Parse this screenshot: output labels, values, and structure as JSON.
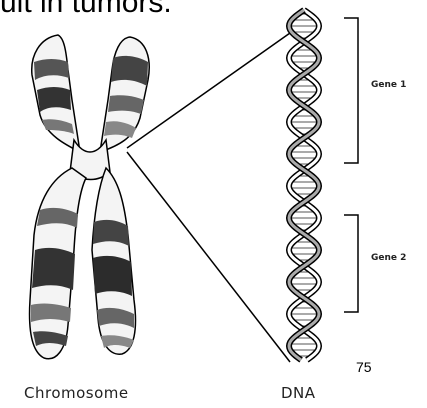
{
  "slide": {
    "heading_fragment": "ult in tumors.",
    "page_number": "75"
  },
  "diagram": {
    "chromosome_label": "Chromosome",
    "dna_label": "DNA",
    "gene_labels": [
      "Gene 1",
      "Gene 2"
    ]
  }
}
